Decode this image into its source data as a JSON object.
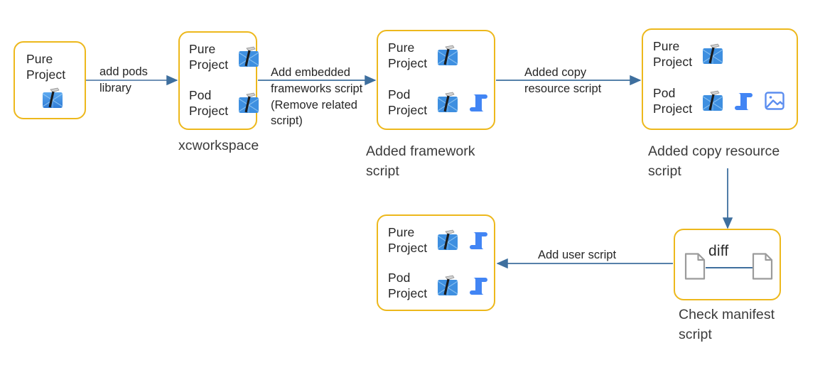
{
  "diagram": {
    "title": "CocoaPods integration script pipeline",
    "colors": {
      "node_border": "#EDB81C",
      "arrow": "#3E6F9E",
      "script_icon": "#4285F4",
      "image_icon": "#5B8DEF",
      "doc_icon": "#9B9B9B",
      "text": "#262626",
      "caption": "#3B3B3B"
    }
  },
  "nodes": [
    {
      "id": "pure-project",
      "caption": "",
      "rows": [
        {
          "label": "Pure\nProject",
          "icons": [
            "xcode-icon"
          ]
        }
      ]
    },
    {
      "id": "xcworkspace",
      "caption": "xcworkspace",
      "rows": [
        {
          "label": "Pure\nProject",
          "icons": [
            "xcode-icon"
          ]
        },
        {
          "label": "Pod\nProject",
          "icons": [
            "xcode-icon"
          ]
        }
      ]
    },
    {
      "id": "added-framework-script",
      "caption": "Added framework\nscript",
      "rows": [
        {
          "label": "Pure\nProject",
          "icons": [
            "xcode-icon"
          ]
        },
        {
          "label": "Pod\nProject",
          "icons": [
            "xcode-icon",
            "script-icon"
          ]
        }
      ]
    },
    {
      "id": "added-copy-resource-script",
      "caption": "Added copy resource\nscript",
      "rows": [
        {
          "label": "Pure\nProject",
          "icons": [
            "xcode-icon"
          ]
        },
        {
          "label": "Pod\nProject",
          "icons": [
            "xcode-icon",
            "script-icon",
            "image-icon"
          ]
        }
      ]
    },
    {
      "id": "check-manifest-script",
      "caption": "Check manifest\nscript",
      "diff_label": "diff",
      "rows": [
        {
          "label": "",
          "icons": [
            "document-icon",
            "document-icon"
          ]
        }
      ]
    },
    {
      "id": "add-user-script-result",
      "caption": "",
      "rows": [
        {
          "label": "Pure\nProject",
          "icons": [
            "xcode-icon",
            "script-icon"
          ]
        },
        {
          "label": "Pod\nProject",
          "icons": [
            "xcode-icon",
            "script-icon"
          ]
        }
      ]
    }
  ],
  "edges": [
    {
      "id": "edge-1",
      "label": "add pods\nlibrary",
      "from": "pure-project",
      "to": "xcworkspace",
      "direction": "right"
    },
    {
      "id": "edge-2",
      "label": "Add embedded\nframeworks script\n(Remove related\nscript)",
      "from": "xcworkspace",
      "to": "added-framework-script",
      "direction": "right"
    },
    {
      "id": "edge-3",
      "label": "Added copy\nresource script",
      "from": "added-framework-script",
      "to": "added-copy-resource-script",
      "direction": "right"
    },
    {
      "id": "edge-4",
      "label": "",
      "from": "added-copy-resource-script",
      "to": "check-manifest-script",
      "direction": "down"
    },
    {
      "id": "edge-5",
      "label": "Add user script",
      "from": "check-manifest-script",
      "to": "add-user-script-result",
      "direction": "left"
    }
  ]
}
